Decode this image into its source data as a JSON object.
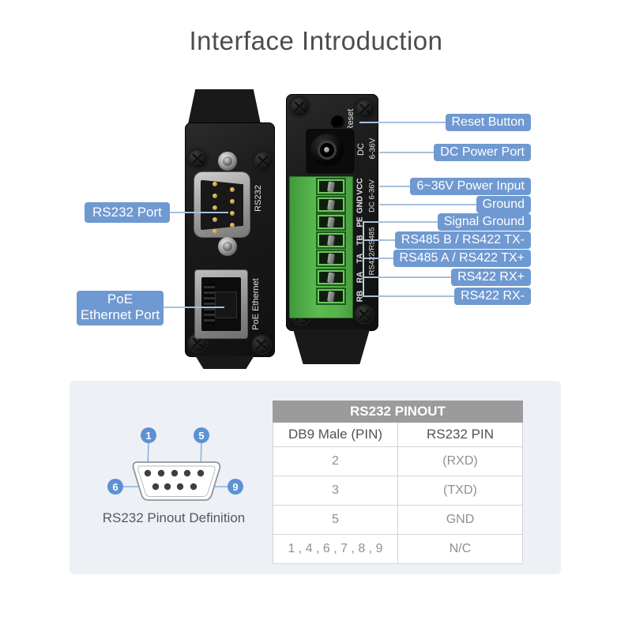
{
  "page": {
    "title": "Interface Introduction"
  },
  "colors": {
    "label_blue": "#6f99d1",
    "callout_line": "#a6c0de",
    "terminal_green": "#54b24a",
    "table_header_gray": "#9b9b9b",
    "panel_background": "#edf1f6"
  },
  "device_front": {
    "rs232_port_label": "RS232",
    "ethernet_port_label": "PoE Ethernet"
  },
  "device_side": {
    "reset_label": "Reset",
    "dc_label": "DC",
    "dc_range_label": "6-36V",
    "power_range_label": "DC 6-36V",
    "bus_label": "RS422/RS485",
    "pins": [
      {
        "label": "VCC"
      },
      {
        "label": "GND"
      },
      {
        "label": "PE"
      },
      {
        "label": "TB"
      },
      {
        "label": "TA"
      },
      {
        "label": "RA"
      },
      {
        "label": "RB"
      }
    ]
  },
  "callouts_left": [
    {
      "label": "RS232 Port"
    },
    {
      "line1": "PoE",
      "line2": "Ethernet Port"
    }
  ],
  "callouts_right": [
    {
      "label": "Reset Button"
    },
    {
      "label": "DC Power Port"
    },
    {
      "label": "6~36V Power Input"
    },
    {
      "label": "Ground"
    },
    {
      "label": "Signal Ground"
    },
    {
      "label": "RS485 B / RS422 TX-"
    },
    {
      "label": "RS485 A / RS422 TX+"
    },
    {
      "label": "RS422 RX+"
    },
    {
      "label": "RS422 RX-"
    }
  ],
  "pinout_diagram": {
    "caption": "RS232 Pinout Definition",
    "markers": [
      {
        "n": "1"
      },
      {
        "n": "5"
      },
      {
        "n": "6"
      },
      {
        "n": "9"
      }
    ]
  },
  "pinout_table": {
    "title": "RS232 PINOUT",
    "columns": [
      {
        "label": "DB9 Male (PIN)"
      },
      {
        "label": "RS232 PIN"
      }
    ],
    "rows": [
      {
        "db9": "2",
        "rs232": "(RXD)"
      },
      {
        "db9": "3",
        "rs232": "(TXD)"
      },
      {
        "db9": "5",
        "rs232": "GND"
      },
      {
        "db9": "1 , 4 , 6 , 7 , 8 , 9",
        "rs232": "N/C"
      }
    ]
  }
}
